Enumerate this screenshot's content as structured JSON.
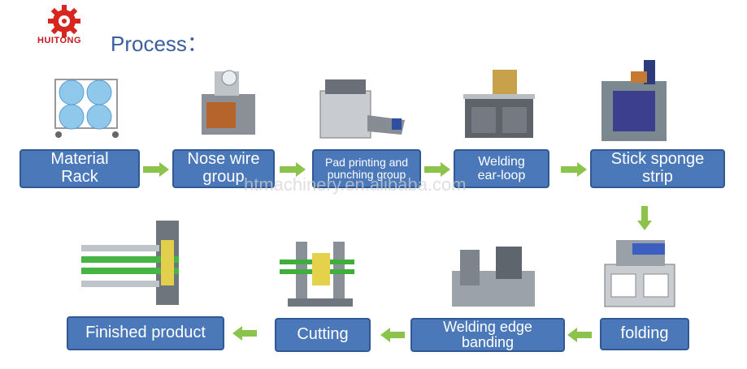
{
  "brand": {
    "name": "HUITONG",
    "logo_color": "#d7261f"
  },
  "header": {
    "title": "Process："
  },
  "colors": {
    "box_fill": "#4a78b9",
    "box_border": "#2f5a94",
    "arrow": "#8cc44b",
    "title": "#3a5f9c"
  },
  "steps": [
    {
      "label": "Material Rack"
    },
    {
      "label": "Nose wire group"
    },
    {
      "label": "Pad printing and punching group"
    },
    {
      "label": "Welding ear-loop"
    },
    {
      "label": "Stick sponge strip"
    },
    {
      "label": "folding"
    },
    {
      "label": "Welding edge banding"
    },
    {
      "label": "Cutting"
    },
    {
      "label": "Finished product"
    }
  ],
  "watermark": "htmachinery.en.alibaba.com"
}
